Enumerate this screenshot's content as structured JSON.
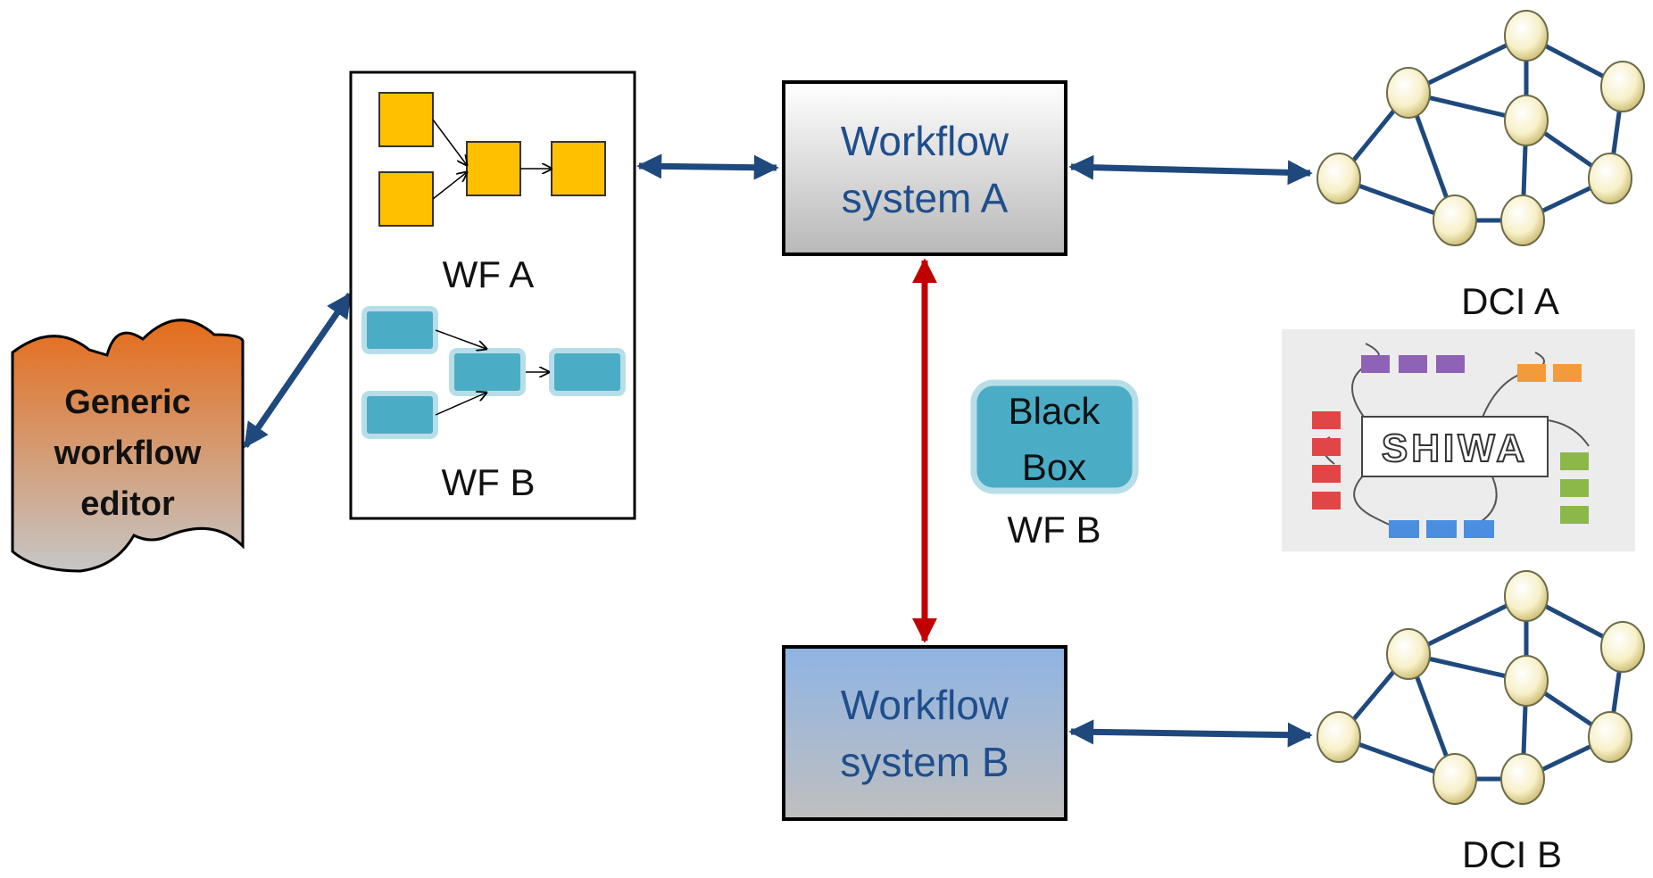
{
  "editor": {
    "lines": [
      "Generic",
      "workflow",
      "editor"
    ]
  },
  "wf_panel": {
    "wf_a_label": "WF A",
    "wf_b_label": "WF B"
  },
  "system_a": {
    "lines": [
      "Workflow",
      "system A"
    ]
  },
  "system_b": {
    "lines": [
      "Workflow",
      "system B"
    ]
  },
  "black_box": {
    "lines": [
      "Black",
      "Box"
    ],
    "caption": "WF B"
  },
  "dci_a": {
    "label": "DCI A"
  },
  "dci_b": {
    "label": "DCI B"
  },
  "logo": {
    "text": "SHIWA"
  },
  "colors": {
    "connector": "#1f497d",
    "interop_arrow": "#c00000",
    "wf_a_task": "#ffc000",
    "wf_b_task": "#4bacc6",
    "system_text": "#1f4e8c"
  }
}
